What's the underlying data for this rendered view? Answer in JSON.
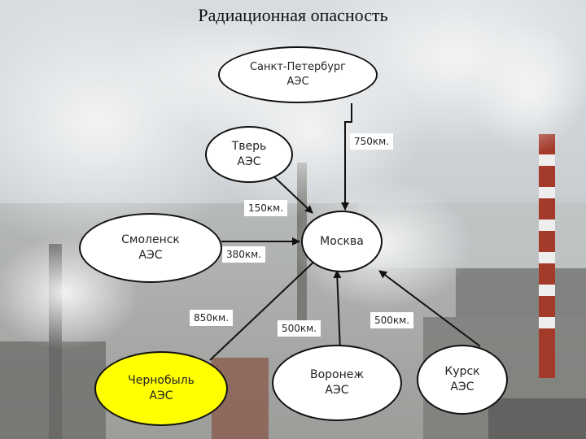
{
  "title": "Радиационная опасность",
  "nodes": {
    "spb": {
      "line1": "Санкт-Петербург",
      "line2": "АЭС"
    },
    "tver": {
      "line1": "Тверь",
      "line2": "АЭС"
    },
    "smolensk": {
      "line1": "Смоленск",
      "line2": "АЭС"
    },
    "moscow": {
      "line1": "Москва"
    },
    "chernobyl": {
      "line1": "Чернобыль",
      "line2": "АЭС"
    },
    "voronezh": {
      "line1": "Воронеж",
      "line2": "АЭС"
    },
    "kursk": {
      "line1": "Курск",
      "line2": "АЭС"
    }
  },
  "distances": {
    "spb_moscow": "750км.",
    "tver_moscow": "150км.",
    "smolensk_moscow": "380км.",
    "chernobyl_moscow": "850км.",
    "voronezh_moscow": "500км.",
    "kursk_moscow": "500км."
  },
  "colors": {
    "chernobyl_fill": "#ffff00",
    "node_fill": "#ffffff",
    "stroke": "#111111"
  },
  "background": "smoky industrial landscape with factory chimneys"
}
